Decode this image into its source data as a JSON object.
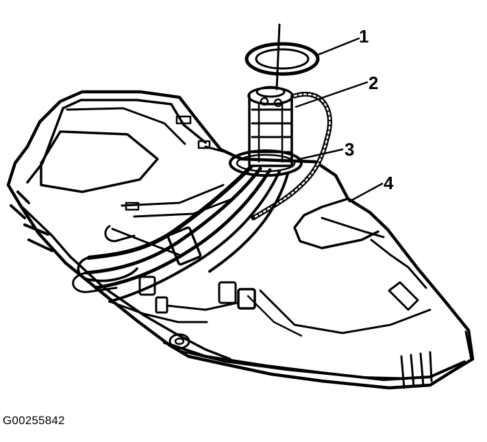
{
  "callouts": {
    "c1": "1",
    "c2": "2",
    "c3": "3",
    "c4": "4"
  },
  "parts": [
    {
      "callout": "1",
      "icon": "seal-ring-icon"
    },
    {
      "callout": "2",
      "icon": "fuel-pump-module-icon"
    },
    {
      "callout": "3",
      "icon": "retaining-opening-icon"
    },
    {
      "callout": "4",
      "icon": "fuel-tank-icon"
    }
  ],
  "figure_id": "G00255842",
  "colors": {
    "ink": "#000000",
    "paper": "#ffffff"
  }
}
